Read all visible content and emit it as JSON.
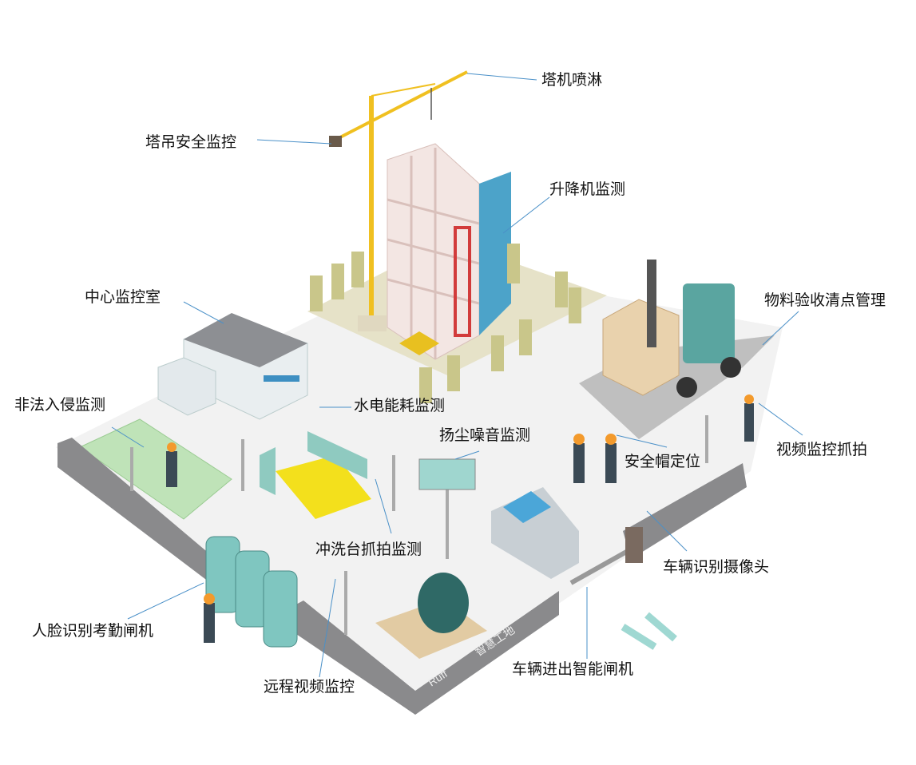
{
  "labels": {
    "tower_spray": "塔机喷淋",
    "crane_safety": "塔吊安全监控",
    "hoist_monitor": "升降机监测",
    "control_room": "中心监控室",
    "material_check": "物料验收清点管理",
    "intrusion": "非法入侵监测",
    "energy": "水电能耗监测",
    "dust_noise": "扬尘噪音监测",
    "video_capture": "视频监控抓拍",
    "helmet": "安全帽定位",
    "wash_capture": "冲洗台抓拍监测",
    "plate_camera": "车辆识别摄像头",
    "face_gate": "人脸识别考勤闸机",
    "vehicle_gate": "车辆进出智能闸机",
    "remote_video": "远程视频监控"
  },
  "wall_brand": {
    "logo": "Ruff",
    "text": "智慧工地"
  },
  "colors": {
    "leader": "#4a90c8",
    "wall": "#8a8a8c",
    "crane": "#f0c020",
    "glass": "#7fc6c0",
    "grass": "#bfe3b8"
  }
}
